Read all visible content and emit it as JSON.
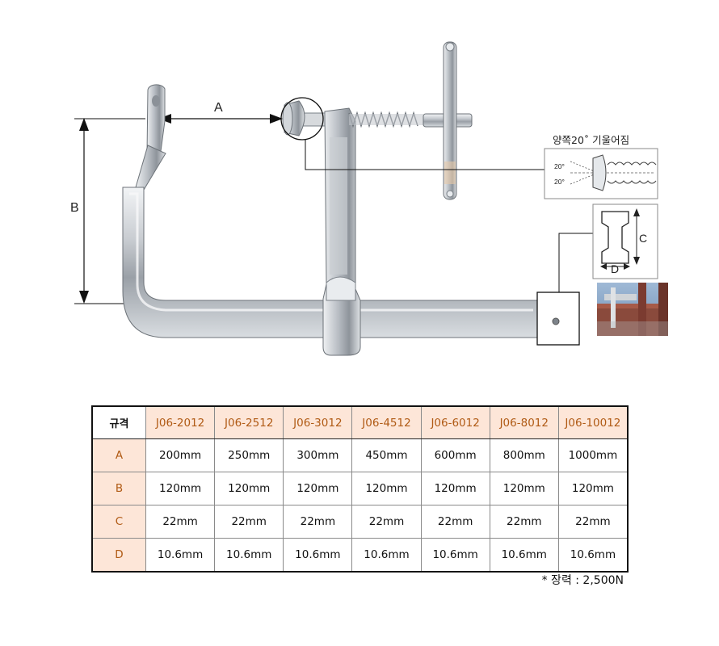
{
  "diagram": {
    "labels": {
      "a": "A",
      "b": "B",
      "c": "C",
      "d": "D"
    },
    "tilt_caption": "양쪽20˚ 기울어짐",
    "angle_top": "20°",
    "angle_bottom": "20°"
  },
  "spec_table": {
    "corner": "규격",
    "models": [
      "J06-2012",
      "J06-2512",
      "J06-3012",
      "J06-4512",
      "J06-6012",
      "J06-8012",
      "J06-10012"
    ],
    "rows": [
      {
        "label": "A",
        "values": [
          "200mm",
          "250mm",
          "300mm",
          "450mm",
          "600mm",
          "800mm",
          "1000mm"
        ]
      },
      {
        "label": "B",
        "values": [
          "120mm",
          "120mm",
          "120mm",
          "120mm",
          "120mm",
          "120mm",
          "120mm"
        ]
      },
      {
        "label": "C",
        "values": [
          "22mm",
          "22mm",
          "22mm",
          "22mm",
          "22mm",
          "22mm",
          "22mm"
        ]
      },
      {
        "label": "D",
        "values": [
          "10.6mm",
          "10.6mm",
          "10.6mm",
          "10.6mm",
          "10.6mm",
          "10.6mm",
          "10.6mm"
        ]
      }
    ]
  },
  "footnote": "* 장력 : 2,500N"
}
